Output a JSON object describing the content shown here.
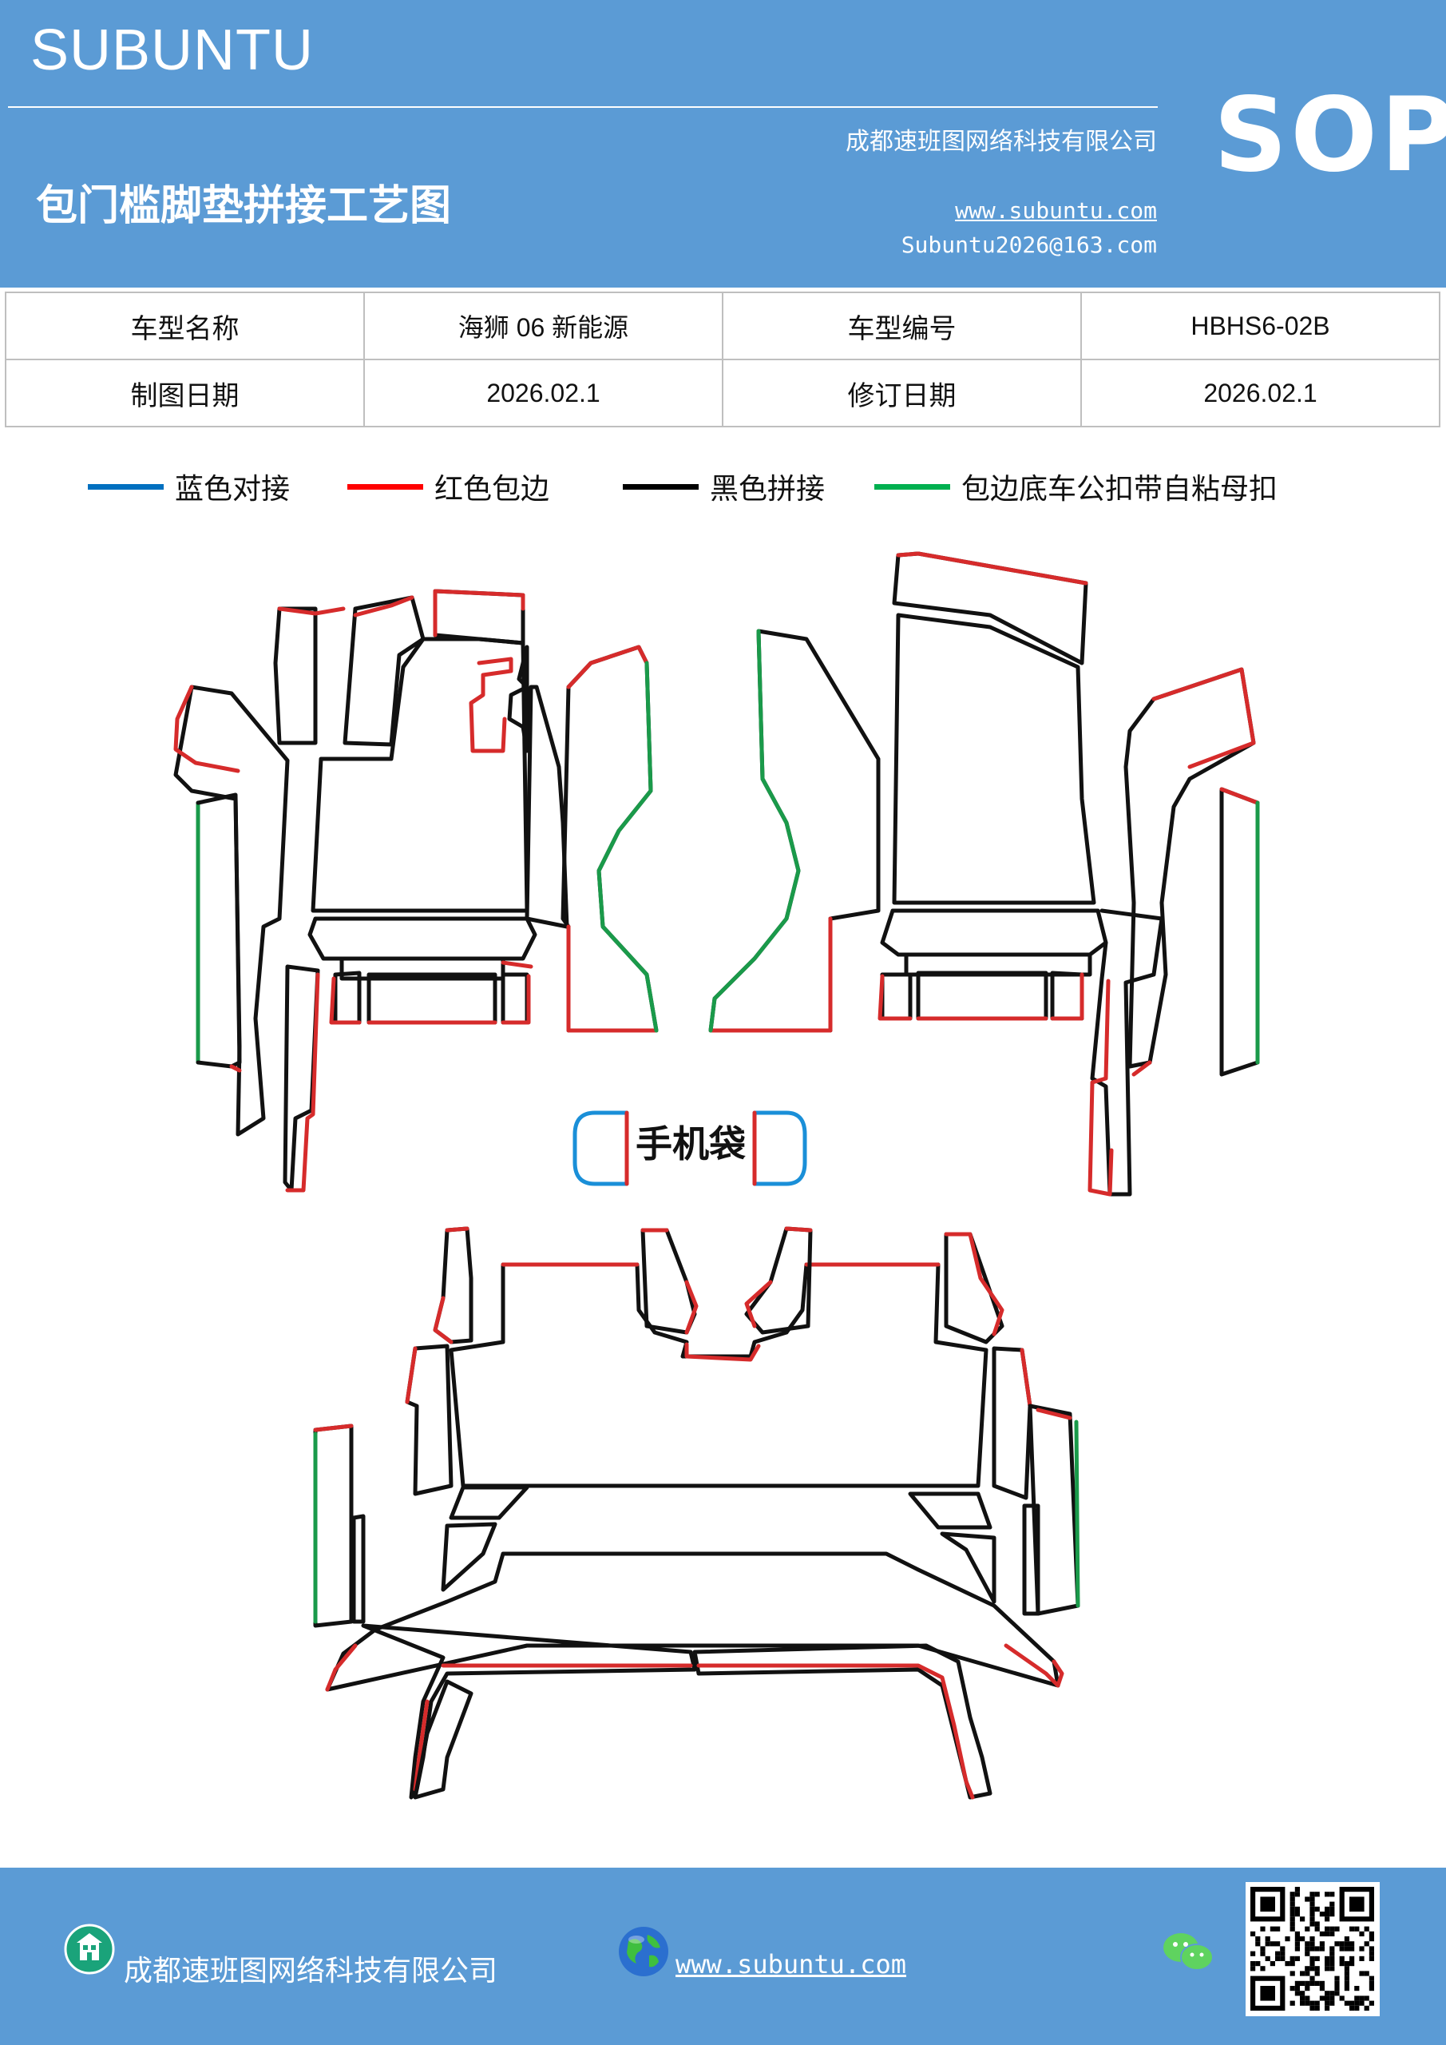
{
  "header": {
    "brand": "SUBUNTU",
    "badge": "SOP",
    "company": "成都速班图网络科技有限公司",
    "title": "包门槛脚垫拼接工艺图",
    "website": "www.subuntu.com",
    "email": "Subuntu2026@163.com",
    "background_color": "#5b9bd5"
  },
  "info_table": {
    "rows": [
      [
        "车型名称",
        "海狮 06 新能源",
        "车型编号",
        "HBHS6-02B"
      ],
      [
        "制图日期",
        "2026.02.1",
        "修订日期",
        "2026.02.1"
      ]
    ]
  },
  "legend": [
    {
      "label": "蓝色对接",
      "color": "#0070c0"
    },
    {
      "label": "红色包边",
      "color": "#ff0000"
    },
    {
      "label": "黑色拼接",
      "color": "#000000"
    },
    {
      "label": "包边底车公扣带自粘母扣",
      "color": "#00b050"
    }
  ],
  "diagram": {
    "phone_bag_label": "手机袋",
    "colors": {
      "blue": "#1a8fd8",
      "red": "#d62b2b",
      "black": "#111111",
      "green": "#1a9a4a"
    }
  },
  "footer": {
    "company": "成都速班图网络科技有限公司",
    "website": "www.subuntu.com",
    "icons": [
      "building-icon",
      "globe-icon",
      "wechat-icon",
      "qr-code"
    ]
  }
}
